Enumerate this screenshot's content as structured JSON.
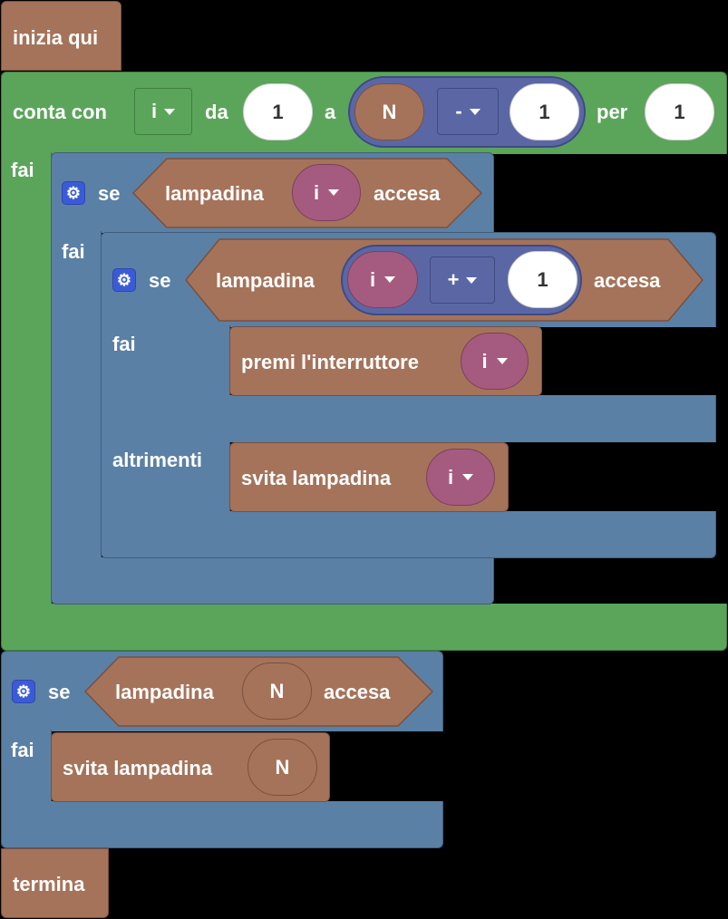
{
  "start_block": {
    "label": "inizia qui"
  },
  "for_loop": {
    "count_label": "conta con",
    "var": "i",
    "from_label": "da",
    "from_value": "1",
    "to_label": "a",
    "to_expr": {
      "left": "N",
      "op": "-",
      "right": "1"
    },
    "step_label": "per",
    "step_value": "1",
    "do_label": "fai"
  },
  "if1": {
    "label": "se",
    "cond": {
      "prefix": "lampadina",
      "var": "i",
      "suffix": "accesa"
    },
    "do_label": "fai"
  },
  "if2": {
    "label": "se",
    "cond": {
      "prefix": "lampadina",
      "expr": {
        "left": "i",
        "op": "+",
        "right": "1"
      },
      "suffix": "accesa"
    },
    "do_label": "fai",
    "do_action": {
      "label": "premi l'interruttore",
      "var": "i"
    },
    "else_label": "altrimenti",
    "else_action": {
      "label": "svita lampadina",
      "var": "i"
    }
  },
  "if3": {
    "label": "se",
    "cond": {
      "prefix": "lampadina",
      "value": "N",
      "suffix": "accesa"
    },
    "do_label": "fai",
    "do_action": {
      "label": "svita lampadina",
      "value": "N"
    }
  },
  "end_block": {
    "label": "termina"
  },
  "colors": {
    "event": "#a5735a",
    "loop": "#5ba55b",
    "logic": "#5b80a5",
    "variable": "#a55b80",
    "math": "#5b67a5",
    "mutator": "#3b5bd6"
  }
}
